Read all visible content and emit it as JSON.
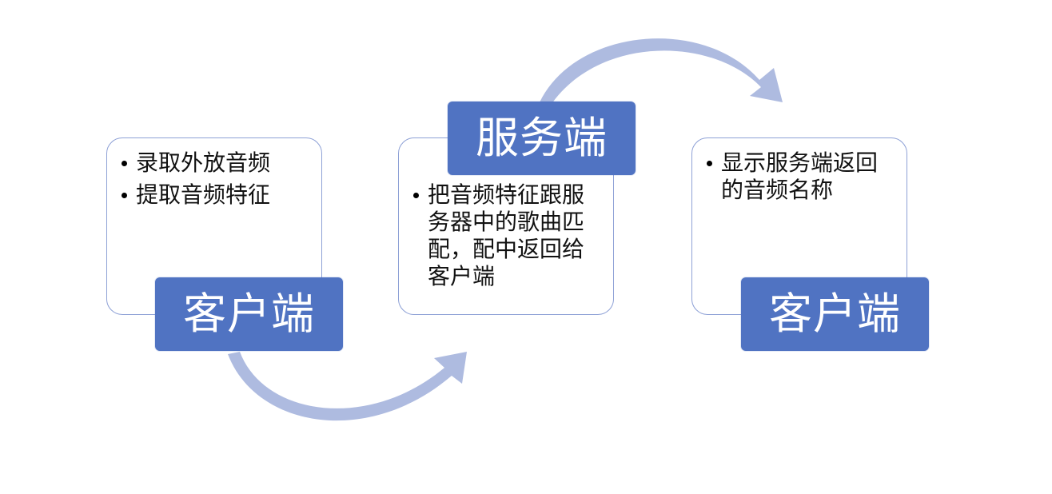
{
  "diagram": {
    "left_block": {
      "title": "客户端",
      "bullets": [
        "录取外放音频",
        "提取音频特征"
      ]
    },
    "middle_block": {
      "title": "服务端",
      "bullets": [
        "把音频特征跟服务器中的歌曲匹配，配中返回给客户端"
      ]
    },
    "right_block": {
      "title": "客户端",
      "bullets": [
        "显示服务端返回的音频名称"
      ]
    }
  },
  "colors": {
    "accent_fill": "#5073c2",
    "card_border": "#8ea1d6",
    "arrow_fill": "#aebbe0",
    "text": "#111111",
    "label_text": "#ffffff"
  }
}
